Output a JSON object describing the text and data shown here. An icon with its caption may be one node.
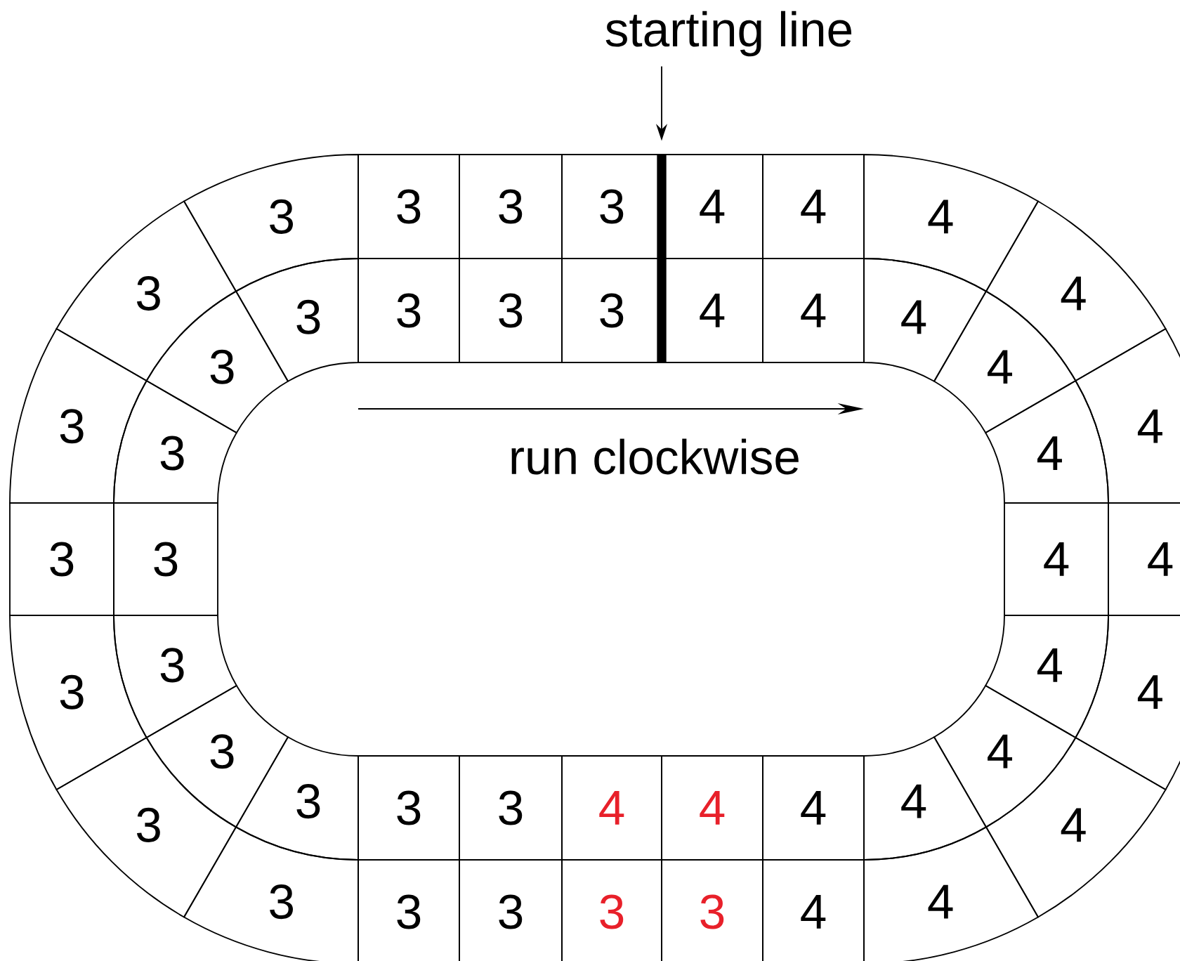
{
  "diagram": {
    "nodes": [
      {
        "text": [
          "starting line"
        ]
      },
      {
        "text": [],
        "shape": "bar"
      },
      {
        "text": [
          "3"
        ]
      },
      {
        "text": [
          "3"
        ]
      },
      {
        "text": [
          "3"
        ]
      },
      {
        "text": [
          "4"
        ]
      },
      {
        "text": [
          "4"
        ]
      },
      {
        "text": [
          "3"
        ]
      },
      {
        "text": [
          "3"
        ]
      },
      {
        "text": [
          "3"
        ]
      },
      {
        "text": [
          "4"
        ]
      },
      {
        "text": [
          "4"
        ]
      },
      {
        "text": [
          "3"
        ]
      },
      {
        "text": [
          "3"
        ]
      },
      {
        "text": [
          "3"
        ]
      },
      {
        "text": [
          "3"
        ]
      },
      {
        "text": [
          "3"
        ]
      },
      {
        "text": [
          "3"
        ]
      },
      {
        "text": [
          "4"
        ]
      },
      {
        "text": [
          "4"
        ]
      },
      {
        "text": [
          "4"
        ]
      },
      {
        "text": [
          "4"
        ]
      },
      {
        "text": [
          "4"
        ]
      },
      {
        "text": [
          "4"
        ]
      },
      {
        "text": [
          "3"
        ]
      },
      {
        "text": [
          "3"
        ]
      },
      {
        "text": [
          "4"
        ]
      },
      {
        "text": [
          "4"
        ]
      },
      {
        "text": [
          "3"
        ]
      },
      {
        "text": [
          "3"
        ]
      },
      {
        "text": [
          "3"
        ]
      },
      {
        "text": [
          "3"
        ]
      },
      {
        "text": [
          "3"
        ]
      },
      {
        "text": [
          "3"
        ]
      },
      {
        "text": [
          "4"
        ]
      },
      {
        "text": [
          "4"
        ]
      },
      {
        "text": [
          "4"
        ]
      },
      {
        "text": [
          "4"
        ]
      },
      {
        "text": [
          "4"
        ]
      },
      {
        "text": [
          "4"
        ]
      },
      {
        "text": [
          "3"
        ]
      },
      {
        "text": [
          "3"
        ]
      },
      {
        "text": [
          "4"
        ]
      },
      {
        "text": [
          "4"
        ]
      },
      {
        "text": [
          "4"
        ]
      },
      {
        "text": [
          "3"
        ]
      },
      {
        "text": [
          "3"
        ]
      },
      {
        "text": [
          "3"
        ]
      },
      {
        "text": [
          "3"
        ]
      },
      {
        "text": [
          "4"
        ]
      }
    ],
    "edges": [
      {
        "from": 0,
        "to": 1,
        "arrow": "to"
      }
    ],
    "labels": [
      "run clockwise"
    ]
  }
}
